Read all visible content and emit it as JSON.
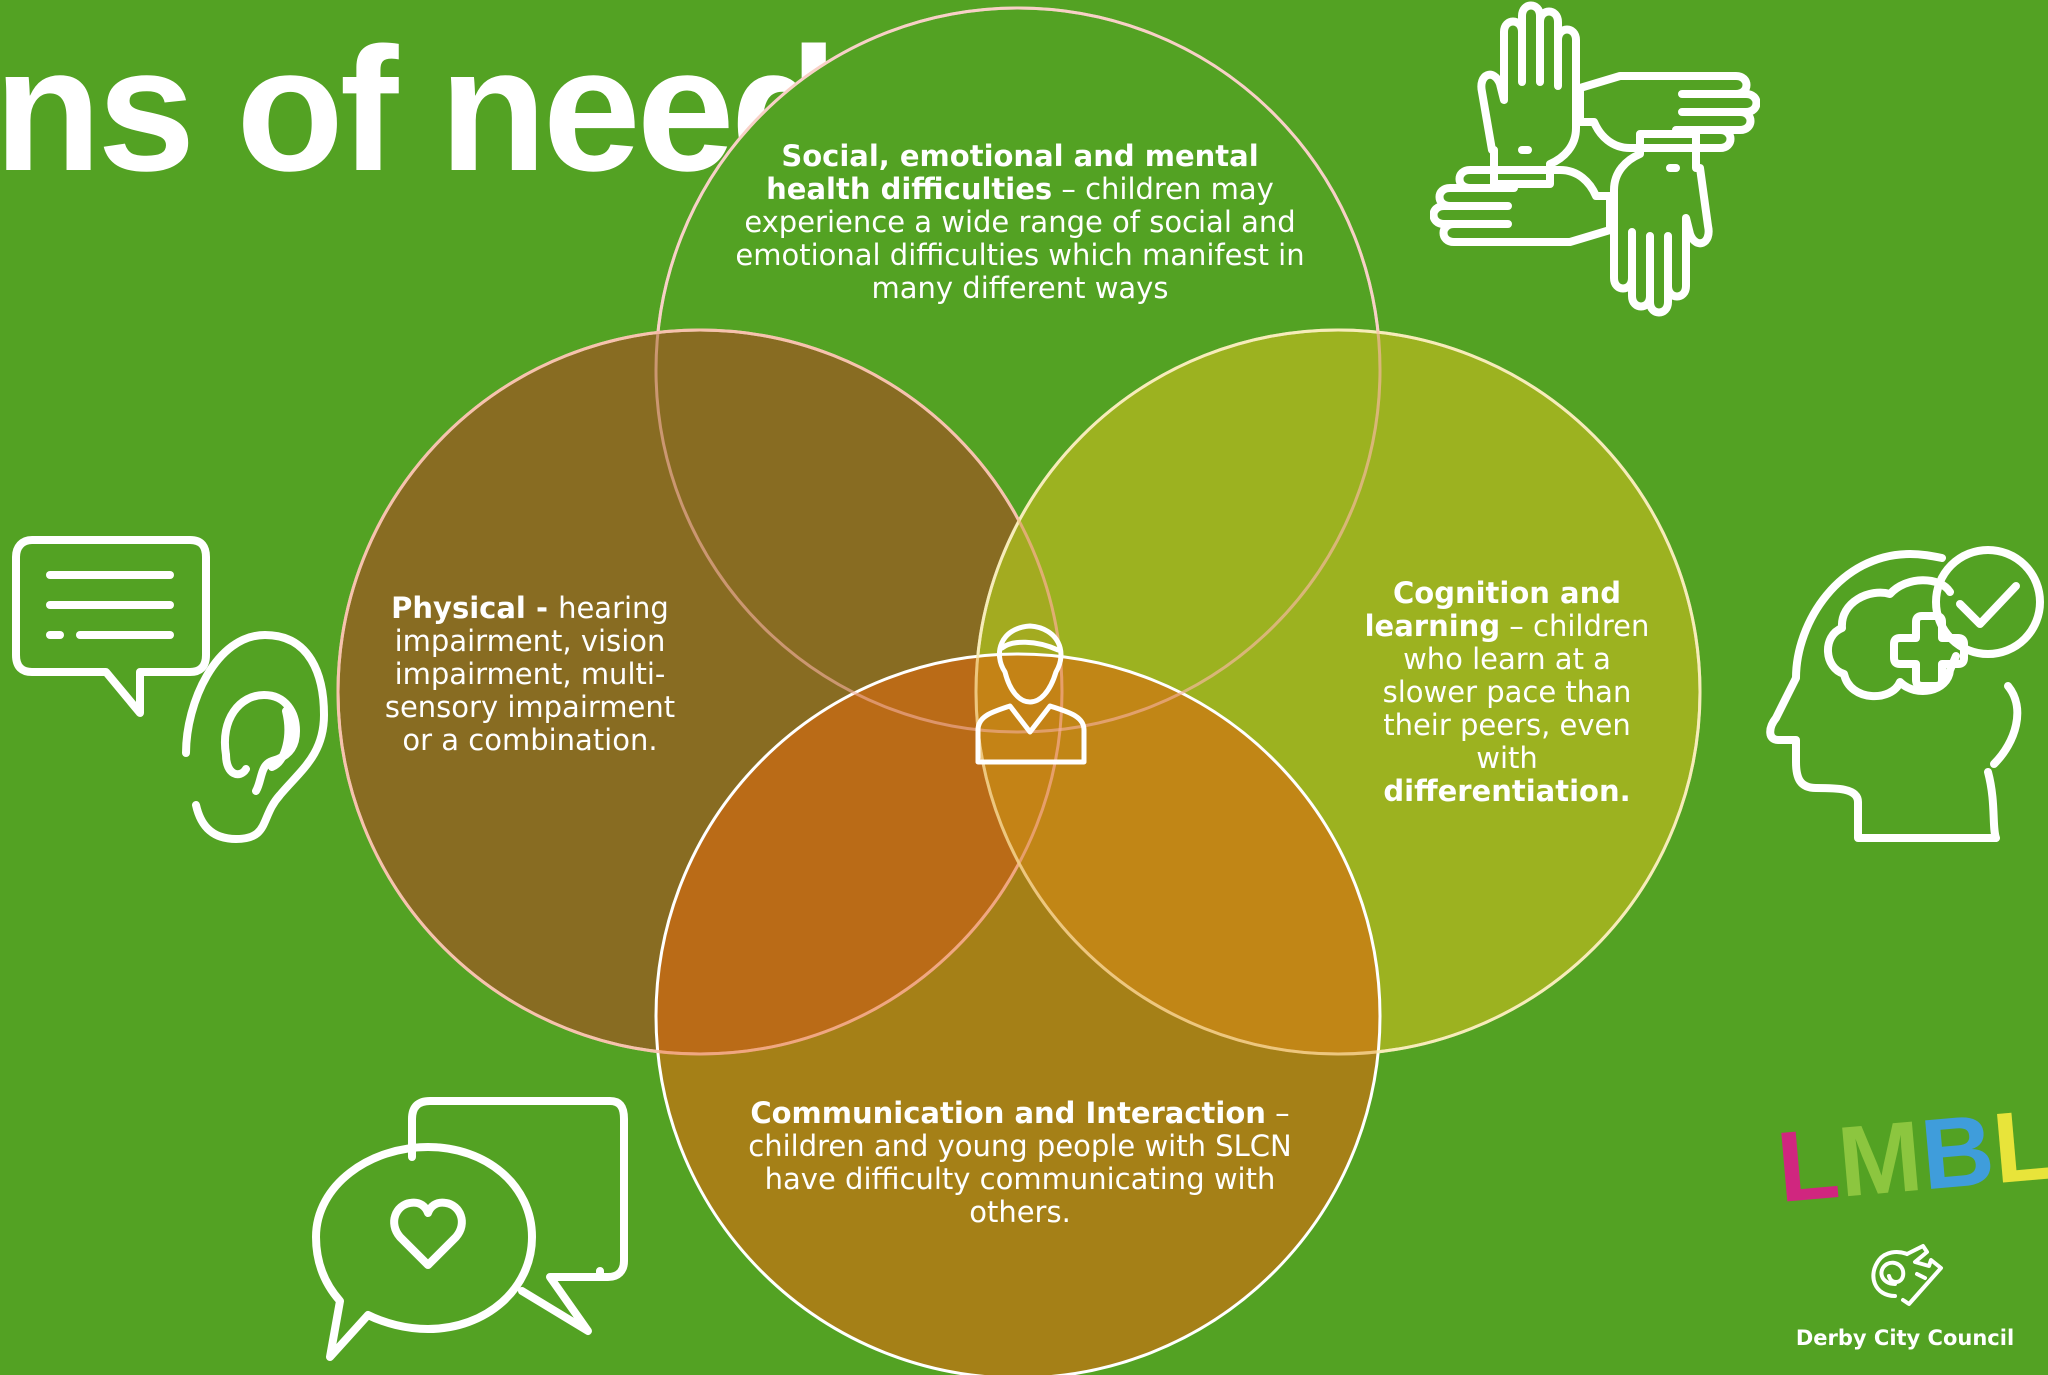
{
  "title": "ns of need",
  "circles": {
    "social": {
      "heading": "Social, emotional and mental health difficulties",
      "body": " – children may experience a wide range of social and emotional difficulties which manifest in many different ways"
    },
    "physical": {
      "heading": "Physical - ",
      "body": "hearing impairment, vision impairment, multi-sensory impairment or a combination."
    },
    "cognition": {
      "heading": "Cognition and learning",
      "body": " – children who learn at a slower pace than their peers, even with ",
      "emphasis": "differentiation."
    },
    "communication": {
      "heading": "Communication and Interaction",
      "body": " – children and young people with SLCN have difficulty communicating with others."
    }
  },
  "colors": {
    "background": "#53a223",
    "social": "#53a223",
    "physical": "#8a6a22",
    "cognition": "#9aae22",
    "communication": "#9c7f1f",
    "overlap_center": "#c25a1c",
    "lmbl_l": "#d0267f",
    "lmbl_m": "#8cc63f",
    "lmbl_b": "#3f9ddb",
    "lmbl_l2": "#e8e43a"
  },
  "icons": [
    "teamwork-hands-icon",
    "speech-ear-icon",
    "mental-health-head-icon",
    "chat-heart-icon",
    "person-icon",
    "council-crest-icon"
  ],
  "branding": {
    "lmbl_letters": [
      "L",
      "M",
      "B",
      "L"
    ],
    "council_name": "Derby City Council"
  }
}
